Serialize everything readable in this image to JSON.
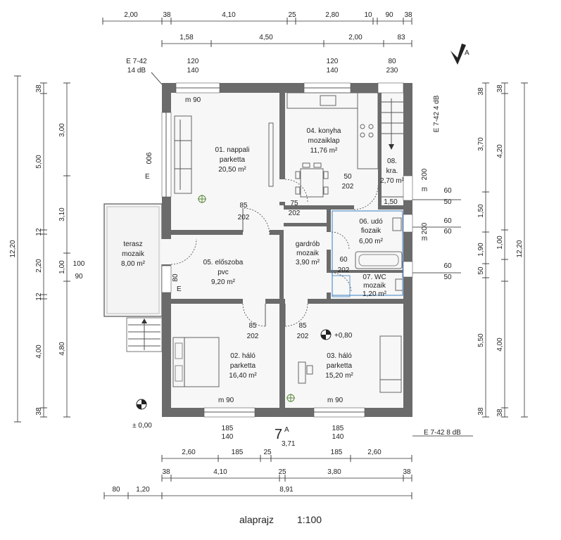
{
  "dims": {
    "top1": [
      "2,00",
      "38",
      "4,10",
      "25",
      "2,80",
      "10",
      "90",
      "38"
    ],
    "top2": [
      "1,58",
      "4,50",
      "2,00",
      "83"
    ],
    "left1": [
      "38",
      "5,00",
      "12",
      "2,20",
      "12",
      "4,00",
      "38"
    ],
    "left2": [
      "3,00",
      "3,10",
      "1,00",
      "4,80"
    ],
    "left_total": "12,20",
    "right1": [
      "3,70",
      "1,50",
      "1,90",
      "50",
      "5,50"
    ],
    "right2": [
      "38",
      "4,20",
      "1,00",
      "4,00",
      "38"
    ],
    "right_inner": [
      "38",
      "38"
    ],
    "right_total": "12,20",
    "bottom1": [
      "2,60",
      "185",
      "25",
      "185",
      "2,60"
    ],
    "bottom2": [
      "38",
      "4,10",
      "25",
      "3,80",
      "38"
    ],
    "bottom3": [
      "80",
      "1,20",
      "8,91"
    ]
  },
  "windows": {
    "w1": [
      "120",
      "140"
    ],
    "w2": [
      "120",
      "140"
    ],
    "w3": [
      "80",
      "230"
    ],
    "w4": [
      "185",
      "140"
    ],
    "w5": [
      "185",
      "140"
    ]
  },
  "marks": {
    "e742_top_left": "E 7-42",
    "e742_top_left_db": "14 dB",
    "e742_right": "E 7-42   4 dB",
    "e742_bottom": "E 7-42     8 dB",
    "section": "A",
    "section_7": "7",
    "section_sub": "3,71",
    "level_zero": "± 0,00",
    "level_080": "+0,80",
    "m90_a": "m  90",
    "m90_b": "m  90",
    "m90_c": "m  90",
    "e_a": "E",
    "e_b": "E",
    "n900": "900",
    "n80": "80",
    "n100": "100",
    "n90": "90"
  },
  "rooms": [
    {
      "name": "01. nappali",
      "floor": "parketta",
      "area": "20,50 m²"
    },
    {
      "name": "04. konyha",
      "floor": "mozaiklap",
      "area": "11,76 m²"
    },
    {
      "name": "08.",
      "floor": "kra.",
      "area": "2,70 m²"
    },
    {
      "name": "terasz",
      "floor": "mozaik",
      "area": "8,00 m²"
    },
    {
      "name": "05. előszoba",
      "floor": "pvc",
      "area": "9,20 m²"
    },
    {
      "name": "gardrób",
      "floor": "mozaik",
      "area": "3,90 m²"
    },
    {
      "name": "06. udó",
      "floor": "fiozaik",
      "area": "6,00 m²"
    },
    {
      "name": "07. WC",
      "floor": "mozaik",
      "area": "1,20 m²"
    },
    {
      "name": "02. háló",
      "floor": "parketta",
      "area": "16,40 m²"
    },
    {
      "name": "03. háló",
      "floor": "parketta",
      "area": "15,20 m²"
    }
  ],
  "doors": [
    [
      "85",
      "202"
    ],
    [
      "50",
      "202"
    ],
    [
      "75",
      "202"
    ],
    [
      "60",
      "202"
    ],
    [
      "85",
      "202"
    ],
    [
      "85",
      "202"
    ]
  ],
  "right_openings": [
    "200",
    "200",
    "60",
    "50",
    "60",
    "60",
    "60",
    "50"
  ],
  "m_marks": [
    "m",
    "m"
  ],
  "stair_mark": "1,50",
  "title": "alaprajz",
  "scale": "1:100"
}
